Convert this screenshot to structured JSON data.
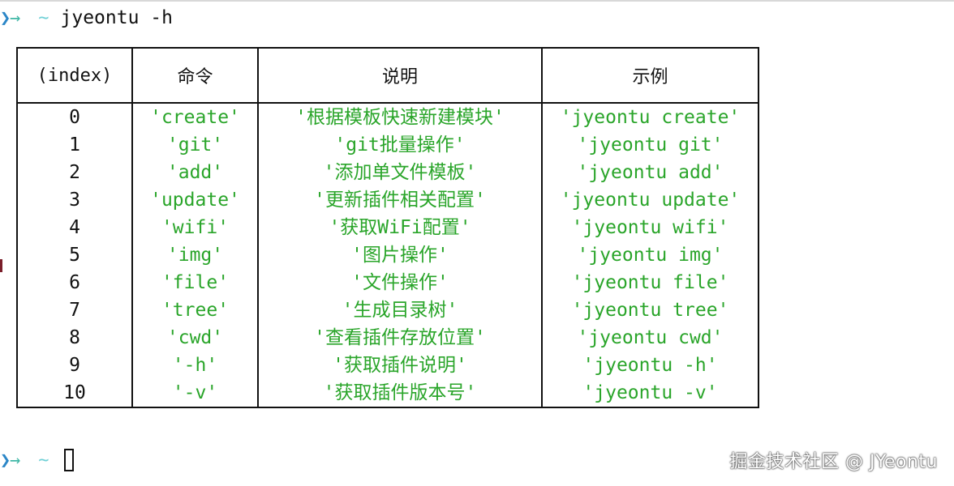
{
  "terminal": {
    "command": "jyeontu -h",
    "prompt_symbol": "~",
    "arrow_icon": "arrow-right-icon",
    "accent_arrow": "#2b86c7",
    "accent_tilde": "#6fd0d6",
    "output_green": "#2aa52a"
  },
  "table": {
    "headers": {
      "index": "(index)",
      "command": "命令",
      "description": "说明",
      "example": "示例"
    },
    "rows": [
      {
        "index": "0",
        "command": "'create'",
        "description": "'根据模板快速新建模块'",
        "example": "'jyeontu create'"
      },
      {
        "index": "1",
        "command": "'git'",
        "description": "'git批量操作'",
        "example": "'jyeontu git'"
      },
      {
        "index": "2",
        "command": "'add'",
        "description": "'添加单文件模板'",
        "example": "'jyeontu add'"
      },
      {
        "index": "3",
        "command": "'update'",
        "description": "'更新插件相关配置'",
        "example": "'jyeontu update'"
      },
      {
        "index": "4",
        "command": "'wifi'",
        "description": "'获取WiFi配置'",
        "example": "'jyeontu wifi'"
      },
      {
        "index": "5",
        "command": "'img'",
        "description": "'图片操作'",
        "example": "'jyeontu img'"
      },
      {
        "index": "6",
        "command": "'file'",
        "description": "'文件操作'",
        "example": "'jyeontu file'"
      },
      {
        "index": "7",
        "command": "'tree'",
        "description": "'生成目录树'",
        "example": "'jyeontu tree'"
      },
      {
        "index": "8",
        "command": "'cwd'",
        "description": "'查看插件存放位置'",
        "example": "'jyeontu cwd'"
      },
      {
        "index": "9",
        "command": "'-h'",
        "description": "'获取插件说明'",
        "example": "'jyeontu -h'"
      },
      {
        "index": "10",
        "command": "'-v'",
        "description": "'获取插件版本号'",
        "example": "'jyeontu -v'"
      }
    ]
  },
  "watermark": "掘金技术社区 @ JYeontu"
}
